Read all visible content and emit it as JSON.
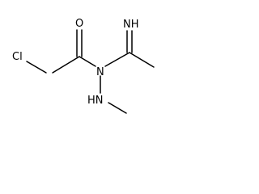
{
  "molecule": {
    "atoms": {
      "cl": "Cl",
      "o": "O",
      "n_amide": "N",
      "nh_imine": "NH",
      "hn_hydrazine": "HN"
    },
    "colors": {
      "bond": "#000000",
      "label": "#000000",
      "background": "#ffffff"
    }
  }
}
